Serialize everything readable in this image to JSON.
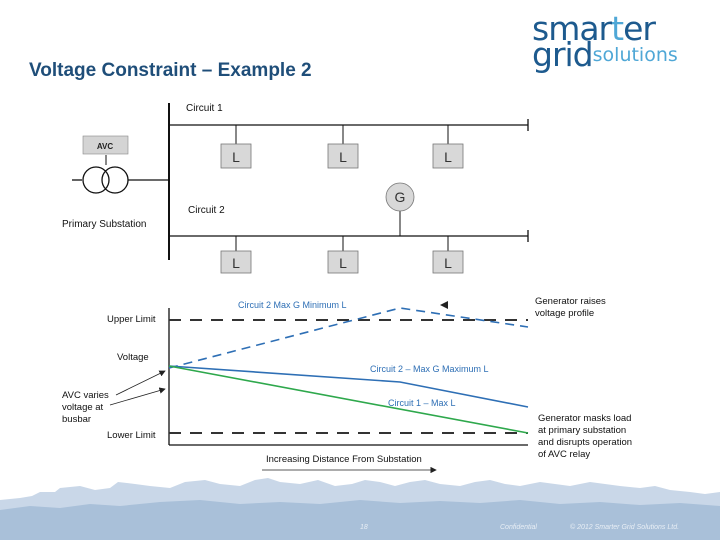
{
  "title": "Voltage Constraint – Example 2",
  "logo": {
    "line1_a": "smar",
    "line1_b": "t",
    "line1_c": "er",
    "line2": "grid",
    "line2_suffix": "solutions"
  },
  "network": {
    "circuit1": "Circuit 1",
    "circuit2": "Circuit 2",
    "avc": "AVC",
    "primary_substation": "Primary Substation",
    "load": "L",
    "generator": "G"
  },
  "graph": {
    "upper_limit": "Upper Limit",
    "lower_limit": "Lower Limit",
    "voltage": "Voltage",
    "avc_varies": [
      "AVC varies",
      "voltage at",
      "busbar"
    ],
    "circuit2_min": "Circuit 2   Max G Minimum L",
    "circuit2_max": "Circuit 2 – Max G Maximum L",
    "circuit1": "Circuit 1 – Max L",
    "gen_raises": [
      "Generator raises",
      "voltage profile"
    ],
    "gen_masks": [
      "Generator masks load",
      "at primary substation",
      "and disrupts operation",
      "of AVC relay"
    ],
    "distance": "Increasing Distance From Substation",
    "colors": {
      "circuit2": "#2e6fb5",
      "circuit1": "#2ea84c",
      "limit": "#333333"
    }
  },
  "footer": {
    "page": "18",
    "confidential": "Confidential",
    "copyright": "© 2012 Smarter Grid Solutions Ltd."
  }
}
